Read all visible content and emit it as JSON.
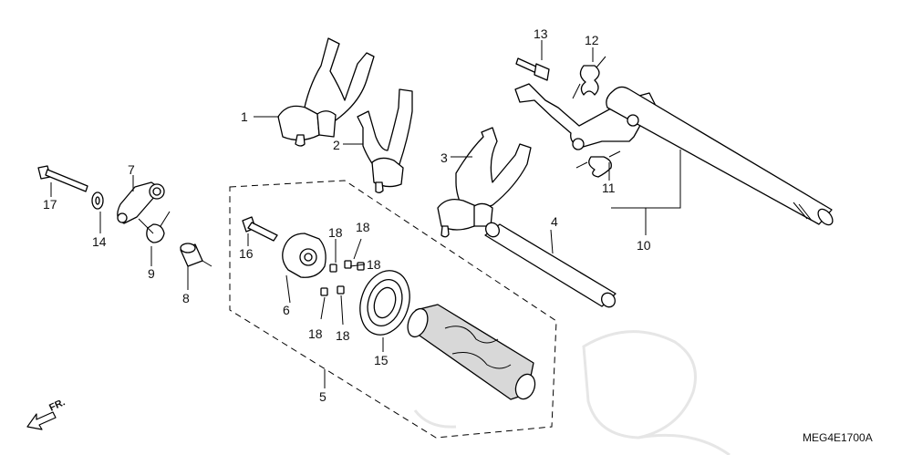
{
  "callouts": {
    "c1": "1",
    "c2": "2",
    "c3": "3",
    "c4": "4",
    "c5": "5",
    "c6": "6",
    "c7": "7",
    "c8": "8",
    "c9": "9",
    "c10": "10",
    "c11": "11",
    "c12": "12",
    "c13": "13",
    "c14": "14",
    "c15": "15",
    "c16": "16",
    "c17": "17",
    "c18a": "18",
    "c18b": "18",
    "c18c": "18",
    "c18d": "18",
    "c18e": "18"
  },
  "direction_label": "FR.",
  "diagram_code": "MEG4E1700A"
}
